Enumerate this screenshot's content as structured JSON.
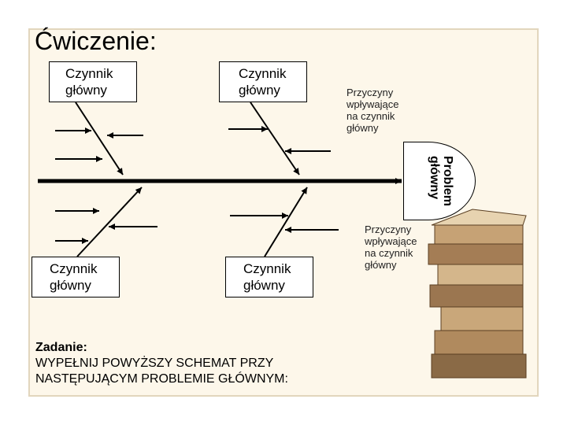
{
  "title": "Ćwiczenie:",
  "cause_boxes": [
    {
      "line1": "Czynnik",
      "line2": "główny"
    },
    {
      "line1": "Czynnik",
      "line2": "główny"
    },
    {
      "line1": "Czynnik",
      "line2": "główny"
    },
    {
      "line1": "Czynnik",
      "line2": "główny"
    }
  ],
  "influencing_notes": [
    {
      "lines": [
        "Przyczyny",
        "wpływające",
        "na czynnik",
        "główny"
      ]
    },
    {
      "lines": [
        "Przyczyny",
        "wpływające",
        "na czynnik",
        "główny"
      ]
    }
  ],
  "problem": {
    "line1": "Problem",
    "line2": "główny"
  },
  "task": {
    "label": "Zadanie:",
    "line1": "WYPEŁNIJ POWYŻSZY SCHEMAT PRZY",
    "line2": "NASTĘPUJĄCYM PROBLEMIE GŁÓWNYM:"
  },
  "colors": {
    "background": "#fdf7ea",
    "frame": "#e2d6bd",
    "ink": "#000000"
  }
}
